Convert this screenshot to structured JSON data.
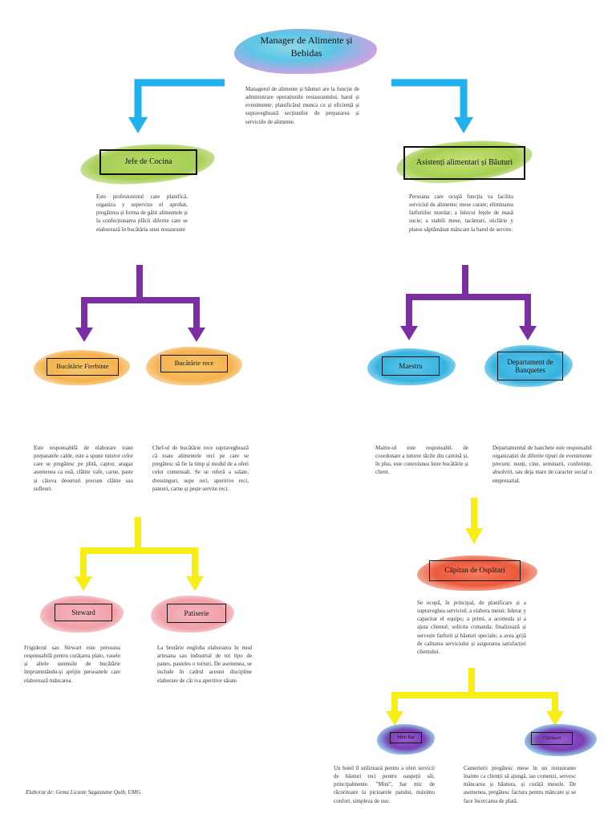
{
  "title": "Manager de Alimente și Bebidas",
  "manager_text": "Managerul de alimente și băuturi are la funcție de administrare operațiunile restaurantului, barul și evenimente; planificând munca cu și eficiență și supraveghează secțiunilor de prepararea și serviciile de alimente.",
  "jefe": {
    "label": "Jefe de Cocina",
    "text": "Este profesionistul care planifică, organiza y supervize el aprobat, pregătirea și forma de gătit alimentele și la confecționarea plăcii diferite care se elaborează în bucătăria unui restaurante"
  },
  "asistenti": {
    "label": "Asistenți alimentari și Băuturi",
    "text": "Persoana care ocupă funcția va facilita serviciul de alimente; mese curate; eliminarea farfuriilor murdar; a înlocui fețele de masă sucie; a stabili mese, tacâmuri, sticlărie y platos săptămânat mâncare la barul de servire."
  },
  "bucatarie_fierbinte": {
    "label": "Bucătărie Fierbinte",
    "text": "Este responsabilă de elaborare toate preparatele calde, este a spune tuturor celor care se pregătesc pe plită, captor, aragaz asemenea ca ouă, clătite vafe, carne, paste și câteva deserturi precum clătite sau sufleuri."
  },
  "bucatarie_rece": {
    "label": "Bucătărie rece",
    "text": "Chef-ul de bucătărie rece supraveghează că toate alimentele reci pe care se pregătesc să fie la timp și modul de a oferi celor comensali. Se se referă a salate, dressinguri, supe reci, aperitive reci, pateuri, carne și pește servite reci."
  },
  "maestru": {
    "label": "Maestru",
    "text": "Maitre-ul este responsabil. de coordonare a tuturor tâcile din cantină și, în plus, este conexiunea între bucătărie și client."
  },
  "banquetes": {
    "label": "Departament de Banquetes",
    "text": "Departamentul de banchete este responsabil organizației de diferite tipuri de evenimente precum: nunți, cine, seminarii, conferințe, absolviri, sau deja mare de caracter social o empresarial."
  },
  "steward": {
    "label": "Steward",
    "text": "Frigiderul sau Stewart este persoana responsabilă pentru curățarea plato, vasele și altele ustensile de bucătărie împrumutându-și sprijin persoanele care elaborează mâncarea."
  },
  "patiserie": {
    "label": "Patiserie",
    "text": "La brutărie engloba elaborarea în mod artesana sau industrial de tot tipo de panes, pasteles o torturi. De asemenea, se include în cadrul acestei discipline elaborare de cât iva aperitive sărate."
  },
  "capitan": {
    "label": "Căpitan de Ospătari",
    "text": "Se ocupă, în principal, de planificare și a supraveghea serviciul; a elabora menú; liderar y capacitar el equipo; a primi, a acomoda și a ajuta clientul; solicita comanda; finalizează și servește farfurii și băuturi speciale; a avea grijă de calitatea serviciului și asigurarea satisfacției clientului."
  },
  "mini_bar": {
    "label": "Mini Bar",
    "text": "Un hotel îl utilizează pentru a oferi servicii de băuturi reci pentru oaspeții săi, principalmente. \"Mini\", bar mic de răcoritoare la picioarele patului, máximo confort, simpleza de uso."
  },
  "chelneri": {
    "label": "Chelneri",
    "text": "Camerierii pregătesc mese în un restaurante înainte ca clienții să ajungă, iau comenzi, servesc mâncarea și băutura, și curăță mesele. De asemenea, pregătesc factura pentru mâncare și se face încercarea de plată."
  },
  "footer": "Elaborat de: Gema Licaste Sagastume Quib, UMG.",
  "colors": {
    "blue_arrow": "#1fb0ee",
    "purple_arrow": "#7b2fa3",
    "yellow_arrow": "#f7ee15",
    "green_blob": "#a6cf54",
    "orange_blob": "#f5b24e",
    "blue_blob": "#35b3e0",
    "pink_blob": "#f0a0a8",
    "red_blob": "#ec5a3a",
    "violet_blob": "#7a3fb4"
  }
}
